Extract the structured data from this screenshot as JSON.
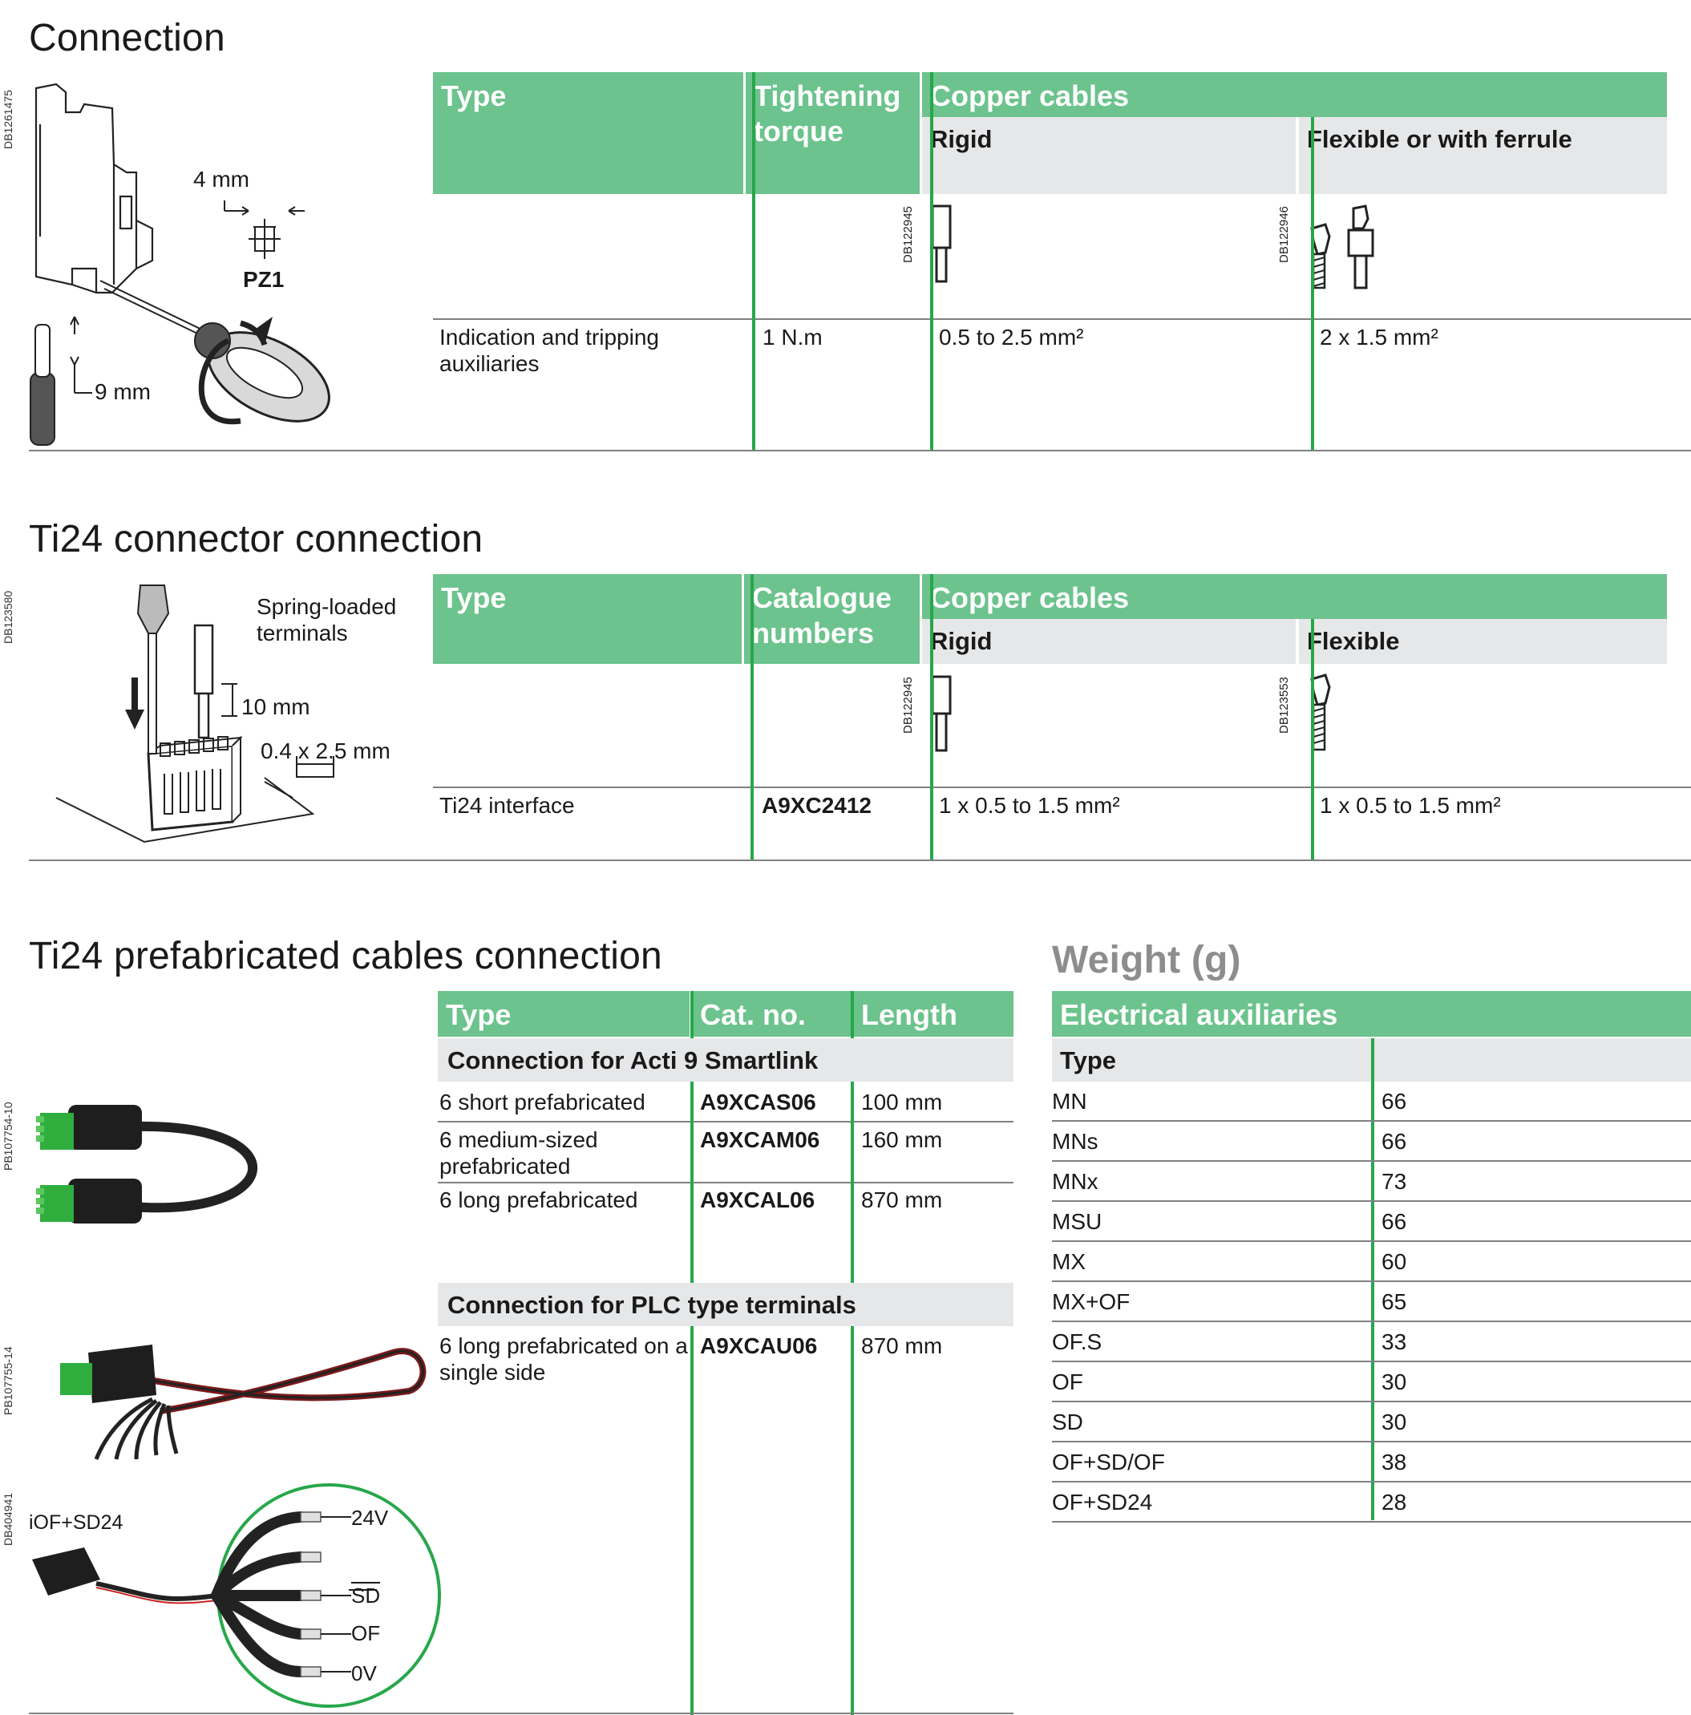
{
  "side_codes": {
    "s1": "DB1261475",
    "s2": "DB123580",
    "s3a": "PB107754-10",
    "s3b": "PB107755-14",
    "s3c": "DB404941"
  },
  "connection": {
    "title": "Connection",
    "fig": {
      "dim_screw": "4 mm",
      "bit": "PZ1",
      "dim_strip": "9 mm"
    },
    "headers": {
      "type": "Type",
      "torque": "Tightening torque",
      "copper": "Copper cables",
      "rigid": "Rigid",
      "flexible": "Flexible or with ferrule"
    },
    "codes": {
      "rigid": "DB122945",
      "flexible": "DB122946"
    },
    "row": {
      "type": "Indication and tripping auxiliaries",
      "torque": "1 N.m",
      "rigid": "0.5 to 2.5 mm²",
      "flexible": "2 x 1.5 mm²"
    }
  },
  "ti24": {
    "title": "Ti24 connector connection",
    "fig": {
      "terminals": "Spring-loaded terminals",
      "strip": "10 mm",
      "blade": "0.4 x 2.5 mm"
    },
    "headers": {
      "type": "Type",
      "cat": "Catalogue numbers",
      "copper": "Copper cables",
      "rigid": "Rigid",
      "flexible": "Flexible"
    },
    "codes": {
      "rigid": "DB122945",
      "flexible": "DB123553"
    },
    "row": {
      "type": "Ti24 interface",
      "cat": "A9XC2412",
      "rigid": "1 x 0.5 to 1.5 mm²",
      "flexible": "1 x 0.5 to 1.5 mm²"
    }
  },
  "prefab": {
    "title": "Ti24 prefabricated cables connection",
    "headers": {
      "type": "Type",
      "cat": "Cat. no.",
      "length": "Length"
    },
    "group1": "Connection for Acti 9 Smartlink",
    "rows1": [
      {
        "type": "6 short prefabricated",
        "cat": "A9XCAS06",
        "length": "100 mm"
      },
      {
        "type": "6 medium-sized prefabricated",
        "cat": "A9XCAM06",
        "length": "160 mm"
      },
      {
        "type": "6 long prefabricated",
        "cat": "A9XCAL06",
        "length": "870 mm"
      }
    ],
    "group2": "Connection for PLC type terminals",
    "rows2": [
      {
        "type": "6 long prefabricated on a single side",
        "cat": "A9XCAU06",
        "length": "870 mm"
      }
    ],
    "fig": {
      "device": "iOF+SD24",
      "w1": "24V",
      "w2": "SD",
      "w3": "OF",
      "w4": "0V"
    }
  },
  "weight": {
    "title": "Weight (g)",
    "header": "Electrical auxiliaries",
    "sub": "Type",
    "rows": [
      {
        "type": "MN",
        "value": "66"
      },
      {
        "type": "MNs",
        "value": "66"
      },
      {
        "type": "MNx",
        "value": "73"
      },
      {
        "type": "MSU",
        "value": "66"
      },
      {
        "type": "MX",
        "value": "60"
      },
      {
        "type": "MX+OF",
        "value": "65"
      },
      {
        "type": "OF.S",
        "value": "33"
      },
      {
        "type": "OF",
        "value": "30"
      },
      {
        "type": "SD",
        "value": "30"
      },
      {
        "type": "OF+SD/OF",
        "value": "38"
      },
      {
        "type": "OF+SD24",
        "value": "28"
      }
    ]
  }
}
